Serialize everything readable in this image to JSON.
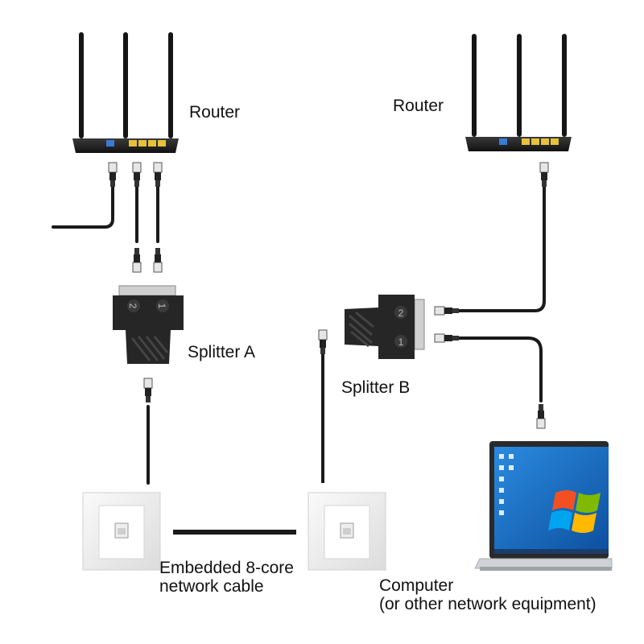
{
  "labels": {
    "router_left": "Router",
    "router_right": "Router",
    "splitter_a": "Splitter A",
    "splitter_b": "Splitter B",
    "cable_line1": "Embedded 8-core",
    "cable_line2": "network cable",
    "computer_line1": "Computer",
    "computer_line2": "(or other network equipment)"
  },
  "splitter_port_numbers": {
    "port_1": "1",
    "port_2": "2"
  },
  "colors": {
    "cable": "#1a1a1a",
    "device_body": "#222222",
    "lan_port": "#e8c13a",
    "wan_port": "#3a7bd5",
    "wall_plate": "#f2f2f2",
    "screen_blue": "#1c6fc9"
  },
  "icons": [
    "router-icon",
    "splitter-icon",
    "wall-socket-icon",
    "laptop-icon",
    "rj45-plug-icon"
  ]
}
